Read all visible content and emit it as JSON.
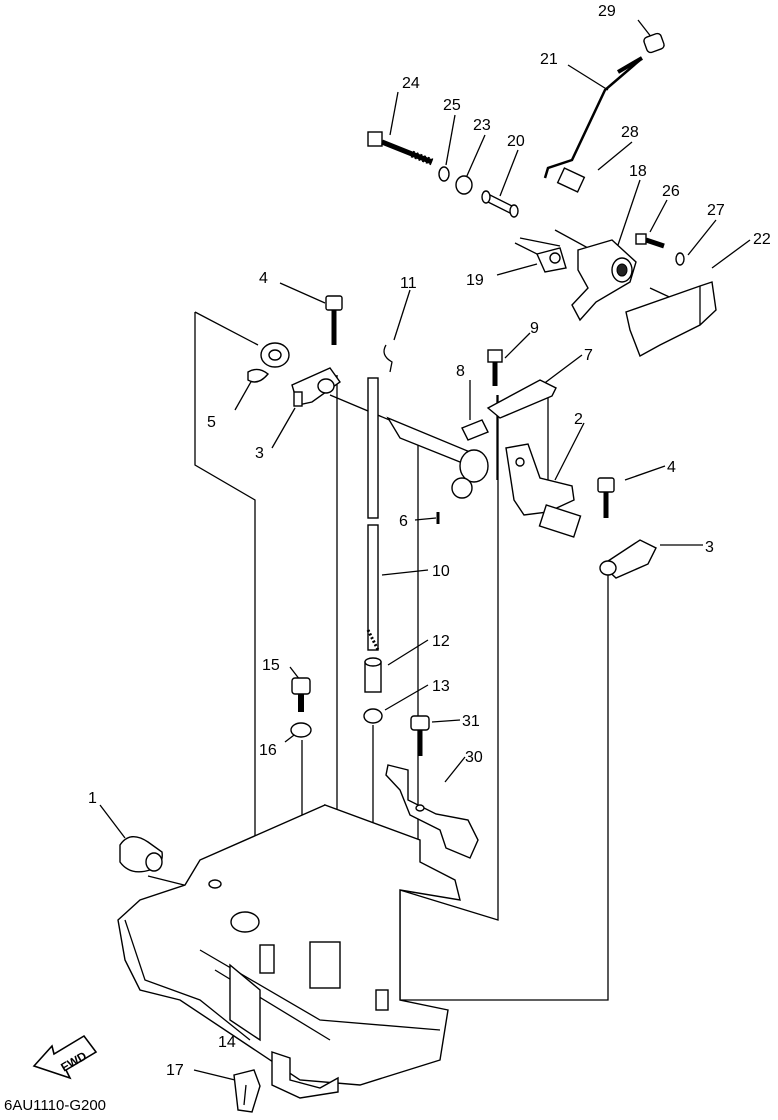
{
  "diagram": {
    "code": "6AU1110-G200",
    "fwd_label": "FWD",
    "callouts": {
      "c1": "1",
      "c2": "2",
      "c3a": "3",
      "c3b": "3",
      "c4a": "4",
      "c4b": "4",
      "c5": "5",
      "c6": "6",
      "c7": "7",
      "c8": "8",
      "c9": "9",
      "c10": "10",
      "c11": "11",
      "c12": "12",
      "c13": "13",
      "c14": "14",
      "c15": "15",
      "c16": "16",
      "c17": "17",
      "c18": "18",
      "c19": "19",
      "c20": "20",
      "c21": "21",
      "c22": "22",
      "c23": "23",
      "c24": "24",
      "c25": "25",
      "c26": "26",
      "c27": "27",
      "c28": "28",
      "c29": "29",
      "c30": "30",
      "c31": "31"
    }
  }
}
